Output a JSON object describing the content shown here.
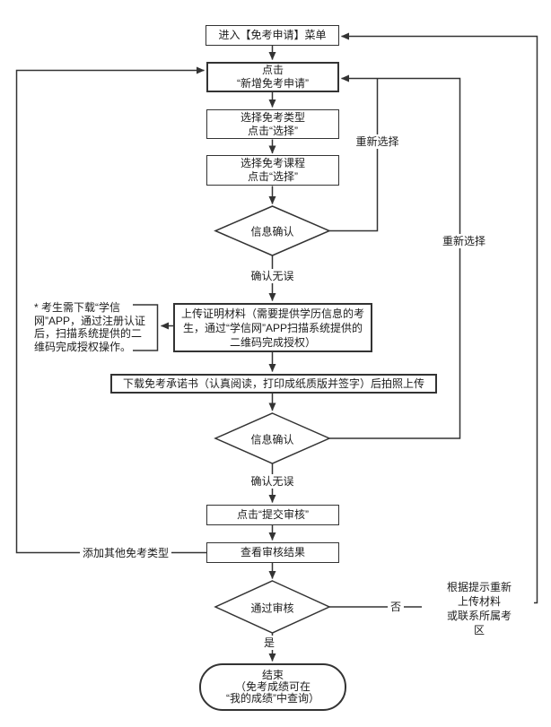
{
  "meta": {
    "background_color": "#ffffff",
    "line_color": "#333333",
    "text_color": "#1c1c1c"
  },
  "nodes": {
    "enter_menu": "进入【免考申请】菜单",
    "click_new": "点击\n“新增免考申请”",
    "select_type": "选择免考类型\n点击“选择”",
    "select_course": "选择免考课程\n点击“选择”",
    "decision_confirm_1": "信息确认",
    "upload_proof": "上传证明材料（需要提供学历信息的考\n生，通过“学信网”APP扫描系统提供的\n二维码完成授权）",
    "download_pledge": "下载免考承诺书（认真阅读，打印成纸质版并签字）后拍照上传",
    "decision_confirm_2": "信息确认",
    "submit_review": "点击“提交审核”",
    "view_result": "查看审核结果",
    "decision_pass": "通过审核",
    "end_node": "结束\n（免考成绩可在\n“我的成绩”中查询）",
    "note": "* 考生需下载“学信\n网”APP，通过注册认证\n后，扫描系统提供的二\n维码完成授权操作。"
  },
  "labels": {
    "confirm_ok_1": "确认无误",
    "confirm_ok_2": "确认无误",
    "reselect_1": "重新选择",
    "reselect_2": "重新选择",
    "add_other_type": "添加其他免考类型",
    "yes": "是",
    "no": "否",
    "no_action": "根据提示重新上传材料\n或联系所属考区"
  }
}
